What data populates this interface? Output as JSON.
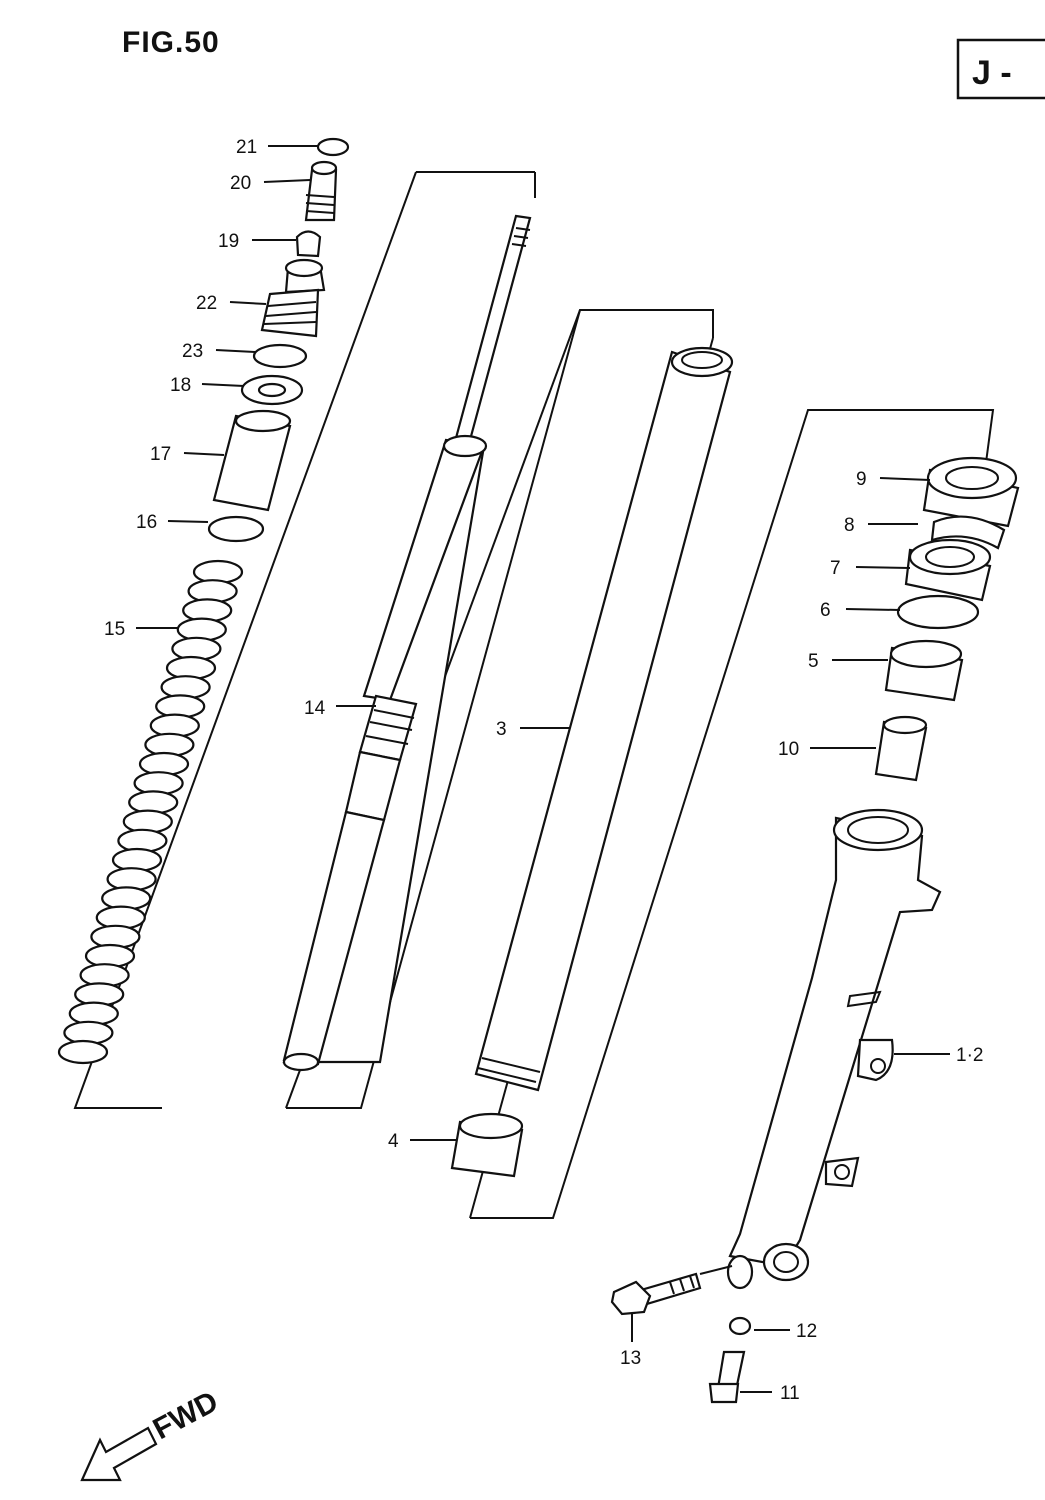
{
  "figure": {
    "title": "FIG.50",
    "code": "J -"
  },
  "fwd_label": "FWD",
  "callouts": {
    "p1_2": "1·2",
    "p3": "3",
    "p4": "4",
    "p5": "5",
    "p6": "6",
    "p7": "7",
    "p8": "8",
    "p9": "9",
    "p10": "10",
    "p11": "11",
    "p12": "12",
    "p13": "13",
    "p14": "14",
    "p15": "15",
    "p16": "16",
    "p17": "17",
    "p18": "18",
    "p19": "19",
    "p20": "20",
    "p21": "21",
    "p22": "22",
    "p23": "23"
  }
}
